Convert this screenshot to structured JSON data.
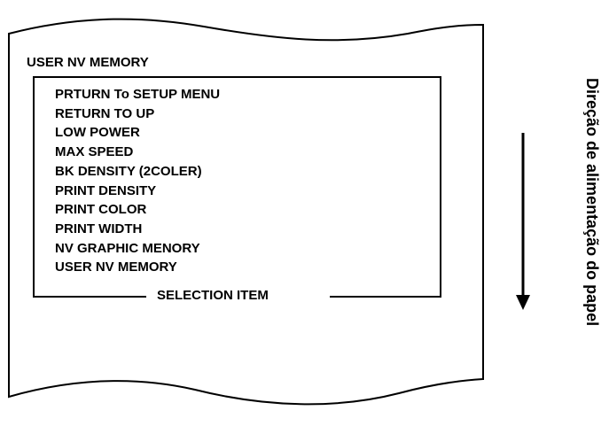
{
  "receipt": {
    "title": "USER NV MEMORY",
    "menu_items": [
      "PRTURN To SETUP MENU",
      "RETURN TO UP",
      "LOW POWER",
      "MAX SPEED",
      "BK DENSITY (2COLER)",
      "PRINT DENSITY",
      "PRINT COLOR",
      "PRINT WIDTH",
      "NV GRAPHIC MENORY",
      "USER NV MEMORY"
    ],
    "frame_caption": "SELECTION ITEM"
  },
  "direction": {
    "label": "Direção de alimentação do papel",
    "arrow": "down-arrow"
  },
  "colors": {
    "ink": "#000000",
    "paper": "#ffffff"
  }
}
